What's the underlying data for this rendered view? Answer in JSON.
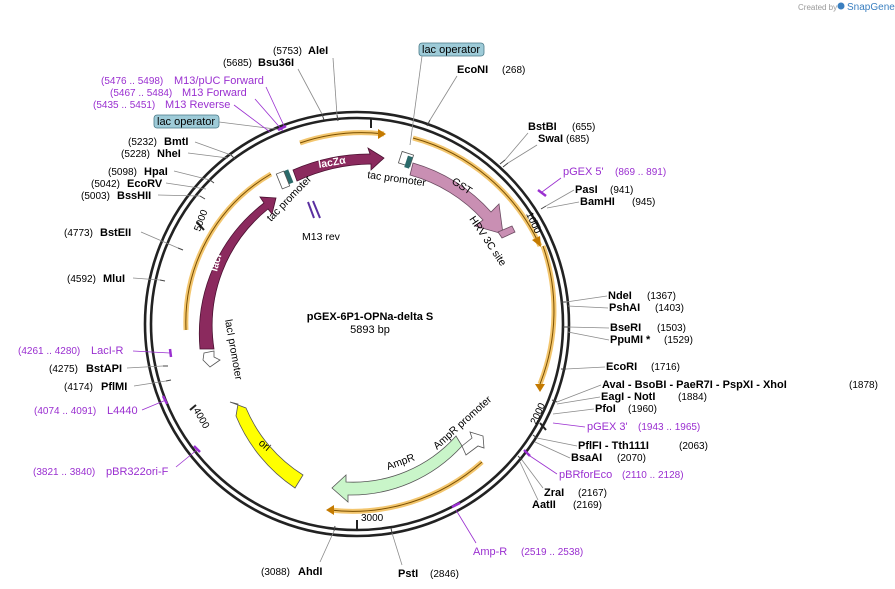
{
  "credit": {
    "prefix": "Created by",
    "brand": "SnapGene"
  },
  "plasmid": {
    "name": "pGEX-6P1-OPNa-delta S",
    "length_label": "5893 bp"
  },
  "ticks": [
    "1000",
    "2000",
    "3000",
    "4000",
    "5000"
  ],
  "enzymes": [
    {
      "name": "AleI",
      "pos": "(5753)"
    },
    {
      "name": "Bsu36I",
      "pos": "(5685)"
    },
    {
      "name": "BmtI",
      "pos": "(5232)"
    },
    {
      "name": "NheI",
      "pos": "(5228)"
    },
    {
      "name": "HpaI",
      "pos": "(5098)"
    },
    {
      "name": "EcoRV",
      "pos": "(5042)"
    },
    {
      "name": "BssHII",
      "pos": "(5003)"
    },
    {
      "name": "BstEII",
      "pos": "(4773)"
    },
    {
      "name": "MluI",
      "pos": "(4592)"
    },
    {
      "name": "BstAPI",
      "pos": "(4275)"
    },
    {
      "name": "PflMI",
      "pos": "(4174)"
    },
    {
      "name": "AhdI",
      "pos": "(3088)"
    },
    {
      "name": "PstI",
      "pos": "(2846)"
    },
    {
      "name": "EcoNI",
      "pos": "(268)"
    },
    {
      "name": "BstBI",
      "pos": "(655)"
    },
    {
      "name": "SwaI",
      "pos": "(685)"
    },
    {
      "name": "PasI",
      "pos": "(941)"
    },
    {
      "name": "BamHI",
      "pos": "(945)"
    },
    {
      "name": "NdeI",
      "pos": "(1367)"
    },
    {
      "name": "PshAI",
      "pos": "(1403)"
    },
    {
      "name": "BseRI",
      "pos": "(1503)"
    },
    {
      "name": "PpuMI *",
      "pos": "(1529)"
    },
    {
      "name": "EcoRI",
      "pos": "(1716)"
    },
    {
      "name": "AvaI - BsoBI - PaeR7I - PspXI - XhoI",
      "pos": "(1878)"
    },
    {
      "name": "EagI - NotI",
      "pos": "(1884)"
    },
    {
      "name": "PfoI",
      "pos": "(1960)"
    },
    {
      "name": "PflFI - Tth111I",
      "pos": "(2063)"
    },
    {
      "name": "BsaAI",
      "pos": "(2070)"
    },
    {
      "name": "ZraI",
      "pos": "(2167)"
    },
    {
      "name": "AatII",
      "pos": "(2169)"
    }
  ],
  "primers": [
    {
      "name": "M13/pUC Forward",
      "pos": "(5476 .. 5498)"
    },
    {
      "name": "M13 Forward",
      "pos": "(5467 .. 5484)"
    },
    {
      "name": "M13 Reverse",
      "pos": "(5435 .. 5451)"
    },
    {
      "name": "LacI-R",
      "pos": "(4261 .. 4280)"
    },
    {
      "name": "L4440",
      "pos": "(4074 .. 4091)"
    },
    {
      "name": "pBR322ori-F",
      "pos": "(3821 .. 3840)"
    },
    {
      "name": "pGEX 5'",
      "pos": "(869 .. 891)"
    },
    {
      "name": "pGEX 3'",
      "pos": "(1943 .. 1965)"
    },
    {
      "name": "pBRforEco",
      "pos": "(2110 .. 2128)"
    },
    {
      "name": "Amp-R",
      "pos": "(2519 .. 2538)"
    }
  ],
  "features": {
    "lac_operator_top": "lac operator",
    "lac_operator_left": "lac operator",
    "lacZa": "lacZα",
    "tac_promoter_top": "tac promoter",
    "tac_promoter_inner": "tac promoter",
    "gst": "GST",
    "hrv": "HRV 3C site",
    "m13_rev": "M13 rev",
    "laci": "lacI",
    "laci_promoter": "lacI promoter",
    "ori": "ori",
    "ampr": "AmpR",
    "ampr_promoter": "AmpR promoter"
  },
  "colors": {
    "backbone": "#222222",
    "orf": "#f0b84a",
    "lacZa": "#8b2a5e",
    "laci": "#8b2a5e",
    "gst": "#c98fb3",
    "ori": "#ffff00",
    "ampr": "#c9f5c9",
    "primer": "#9a2fd0",
    "operator_box": "#9ecbd8"
  }
}
